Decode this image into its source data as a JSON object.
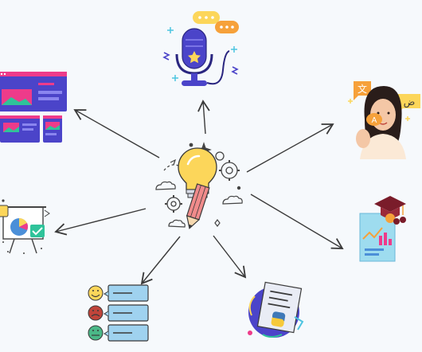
{
  "diagram": {
    "center": {
      "icon": "lightbulb-pencil-idea-icon"
    },
    "nodes": [
      {
        "id": "podcast",
        "icon": "microphone-speech-bubbles-icon"
      },
      {
        "id": "web-design",
        "icon": "website-layout-icon"
      },
      {
        "id": "language",
        "icon": "girl-speech-translation-icon"
      },
      {
        "id": "presentation",
        "icon": "presentation-board-chart-icon"
      },
      {
        "id": "education",
        "icon": "graduation-cap-document-icon"
      },
      {
        "id": "feedback",
        "icon": "emoji-feedback-list-icon"
      },
      {
        "id": "coding",
        "icon": "python-document-icon"
      }
    ],
    "speech_glyphs": {
      "arabic": "ض",
      "chinese": "文",
      "latin": "A"
    }
  },
  "colors": {
    "background": "#f6f9fc",
    "arrow": "#3a3a3a",
    "bulb": "#fcd65a",
    "pencil": "#f08b8b",
    "purple": "#4b44c9",
    "pink": "#ee3b8a",
    "orange": "#f6a13a",
    "green": "#4ab887"
  }
}
